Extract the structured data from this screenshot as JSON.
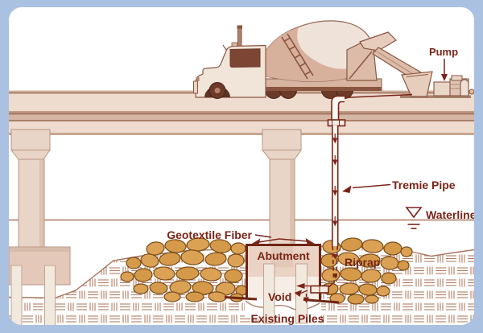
{
  "diagram": {
    "labels": {
      "pump": "Pump",
      "tremie_pipe": "Tremie Pipe",
      "waterline": "Waterline",
      "geotextile_fiber": "Geotextile Fiber",
      "abutment": "Abutment",
      "riprap": "Riprap",
      "void": "Void",
      "existing_piles": "Existing Piles"
    },
    "colors": {
      "background": "#abc1e1",
      "panel": "#ffffff",
      "label_text": "#7a2417",
      "dark_outline": "#7a2417",
      "terrain_line": "#a9765e",
      "deck_light": "#eedccf",
      "deck_mid": "#d5b6a4",
      "structure_fill": "#e9d5c7",
      "pile_fill": "#f1e8de",
      "stone_fill": "#dba256",
      "stone_outline": "#7b4a16",
      "truck_light": "#f1e4d8",
      "truck_dark": "#6e3a28"
    }
  }
}
